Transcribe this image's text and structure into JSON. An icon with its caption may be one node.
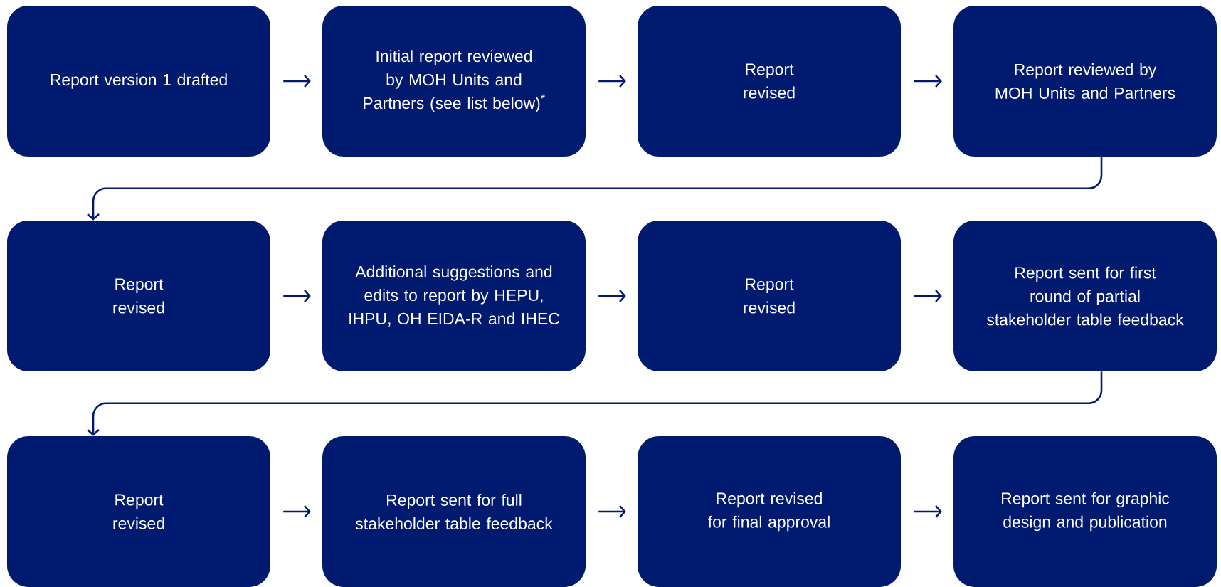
{
  "diagram": {
    "nodes": [
      {
        "text": [
          "Report version 1 drafted"
        ]
      },
      {
        "text": [
          "Initial report reviewed by MOH Units and Partners (see list below)$^{*}$"
        ]
      },
      {
        "text": [
          "Report revised"
        ]
      },
      {
        "text": [
          "Report reviewed by MOH Units and Partners"
        ]
      },
      {
        "text": [
          "Report revised"
        ]
      },
      {
        "text": [
          "Additional suggestions and edits to report by HEPU, IHPU, OH EIDA-R and IHEC"
        ]
      },
      {
        "text": [
          "Report revised"
        ]
      },
      {
        "text": [
          "Report sent for first round of partial stakeholder table feedback"
        ]
      },
      {
        "text": [
          "Report revised"
        ]
      },
      {
        "text": [
          "Report sent for full stakeholder table feedback"
        ]
      },
      {
        "text": [
          "Report revised for final approval"
        ]
      },
      {
        "text": [
          "Report sent for graphic design and publication"
        ]
      }
    ],
    "edges": [
      {
        "from": 0,
        "to": 1,
        "arrow": "to"
      },
      {
        "from": 1,
        "to": 2,
        "arrow": "to"
      },
      {
        "from": 2,
        "to": 3,
        "arrow": "to"
      },
      {
        "from": 3,
        "to": 4,
        "arrow": "to"
      },
      {
        "from": 4,
        "to": 5,
        "arrow": "to"
      },
      {
        "from": 5,
        "to": 6,
        "arrow": "to"
      },
      {
        "from": 6,
        "to": 7,
        "arrow": "to"
      },
      {
        "from": 7,
        "to": 8,
        "arrow": "to"
      },
      {
        "from": 8,
        "to": 9,
        "arrow": "to"
      },
      {
        "from": 9,
        "to": 10,
        "arrow": "to"
      },
      {
        "from": 10,
        "to": 11,
        "arrow": "to"
      }
    ]
  }
}
